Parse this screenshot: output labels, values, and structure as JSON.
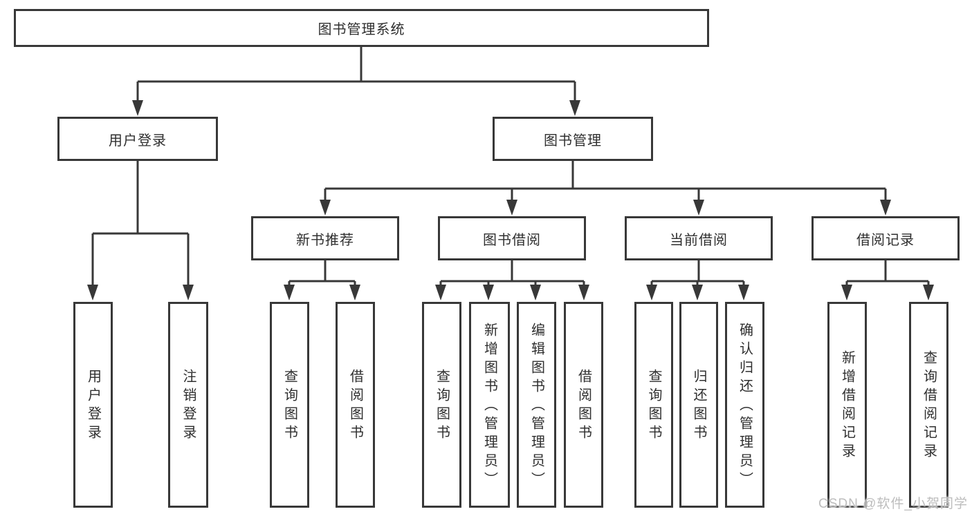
{
  "watermark": "CSDN @软件_小贺同学",
  "colors": {
    "line": "#383838",
    "text": "#2f2f2f",
    "box_background": "#ffffff",
    "watermark": "#bdbdbd"
  },
  "tree": {
    "label": "图书管理系统",
    "children": [
      {
        "label": "用户登录",
        "children": [
          {
            "label": "用户登录"
          },
          {
            "label": "注销登录"
          }
        ]
      },
      {
        "label": "图书管理",
        "children": [
          {
            "label": "新书推荐",
            "children": [
              {
                "label": "查询图书"
              },
              {
                "label": "借阅图书"
              }
            ]
          },
          {
            "label": "图书借阅",
            "children": [
              {
                "label": "查询图书"
              },
              {
                "label": "新增图书（管理员）"
              },
              {
                "label": "编辑图书（管理员）"
              },
              {
                "label": "借阅图书"
              }
            ]
          },
          {
            "label": "当前借阅",
            "children": [
              {
                "label": "查询图书"
              },
              {
                "label": "归还图书"
              },
              {
                "label": "确认归还（管理员）"
              }
            ]
          },
          {
            "label": "借阅记录",
            "children": [
              {
                "label": "新增借阅记录"
              },
              {
                "label": "查询借阅记录"
              }
            ]
          }
        ]
      }
    ]
  }
}
